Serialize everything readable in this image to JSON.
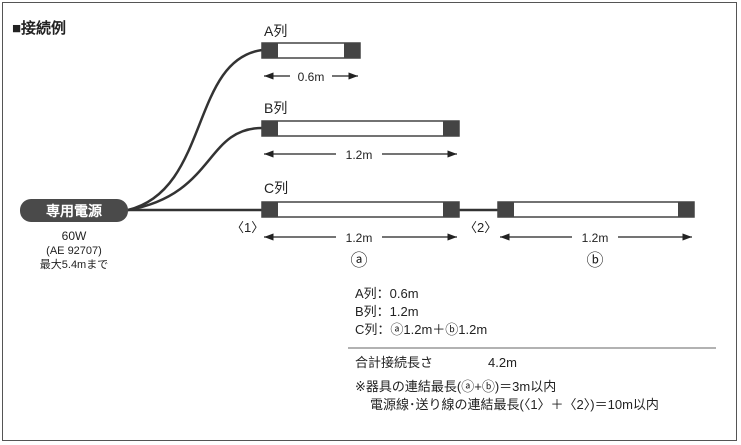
{
  "title": "■接続例",
  "power_supply": {
    "label": "専用電源",
    "wattage": "60W",
    "model": "(AE 92707)",
    "max_length": "最大5.4mまで"
  },
  "rows": [
    {
      "label": "A列",
      "dimension": "0.6m"
    },
    {
      "label": "B列",
      "dimension": "1.2m"
    },
    {
      "label": "C列",
      "dimension_a": "1.2m",
      "dimension_b": "1.2m"
    }
  ],
  "connectors": [
    "〈1〉",
    "〈2〉"
  ],
  "unit_markers": [
    "ⓐ",
    "ⓑ"
  ],
  "summary": {
    "line_a": "A列：0.6m",
    "line_b": "B列：1.2m",
    "line_c": "C列：ⓐ1.2m＋ⓑ1.2m",
    "total_label": "合計接続長さ",
    "total_value": "4.2m",
    "note1": "※器具の連結最長(ⓐ+ⓑ)＝3m以内",
    "note2": "電源線･送り線の連結最長(〈1〉＋〈2〉)＝10m以内"
  },
  "colors": {
    "fixture_cap": "#444444",
    "fixture_body": "#ffffff",
    "cable": "#333333",
    "power_box": "#4a4a4a",
    "power_text": "#ffffff"
  }
}
